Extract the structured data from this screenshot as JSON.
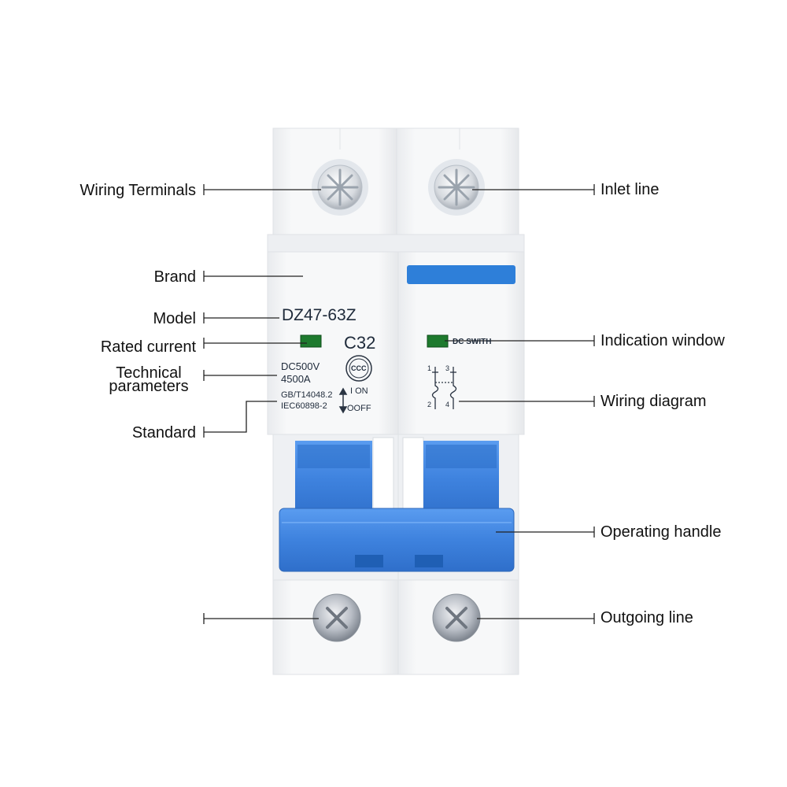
{
  "callouts": {
    "wiring_terminals": "Wiring Terminals",
    "brand": "Brand",
    "model": "Model",
    "rated_current": "Rated current",
    "technical_parameters_line1": "Technical",
    "technical_parameters_line2": "parameters",
    "standard": "Standard",
    "inlet_line": "Inlet line",
    "indication_window": "Indication window",
    "wiring_diagram": "Wiring diagram",
    "operating_handle": "Operating handle",
    "outgoing_line": "Outgoing line"
  },
  "device": {
    "model": "DZ47-63Z",
    "current": "C32",
    "voltage": "DC500V",
    "breaking_capacity": "4500A",
    "standard_1": "GB/T14048.2",
    "standard_2": "IEC60898-2",
    "on_label": "I ON",
    "off_label": "OOFF",
    "ccc_mark": "CCC",
    "dc_switch": "DC SWITH",
    "diagram_top_left": "1",
    "diagram_top_right": "3",
    "diagram_bottom_left": "2",
    "diagram_bottom_right": "4"
  },
  "colors": {
    "handle_blue": "#3f83dd",
    "brand_tab_blue": "#2e7fd9",
    "indicator_green": "#1e7a2e",
    "body_white": "#f4f5f7"
  }
}
